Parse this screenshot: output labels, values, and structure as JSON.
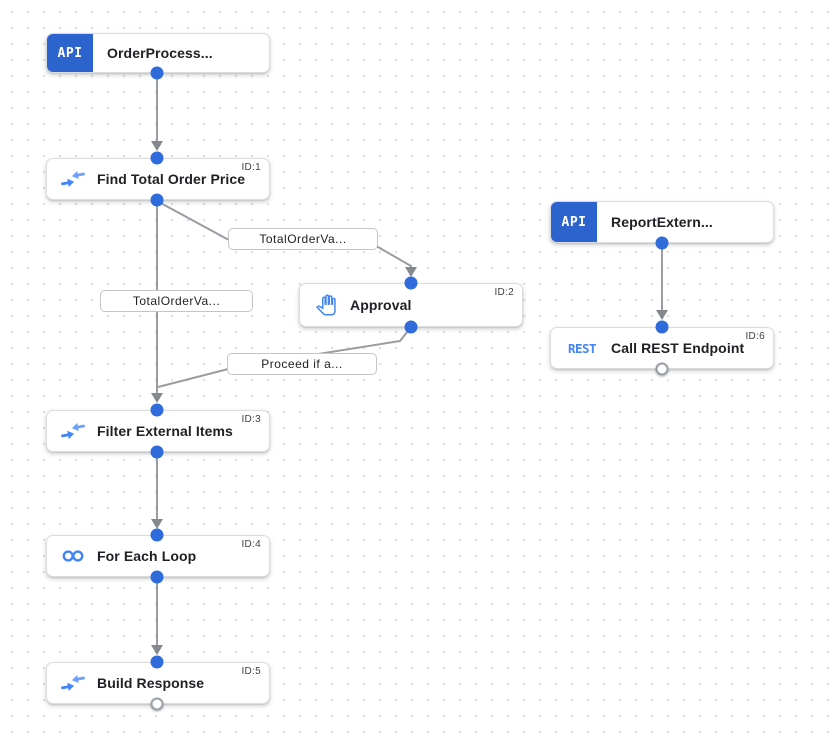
{
  "canvas": {
    "type": "integration-workflow-designer"
  },
  "colors": {
    "accent_blue": "#2f6bdb",
    "api_block_blue": "#2d63cd",
    "icon_blue": "#4285f4",
    "icon_blue_light": "#6ba1f7",
    "edge_gray": "#999da1",
    "arrow_gray": "#85898d",
    "node_border": "#dadce0",
    "grid_dot": "#dfe2e6",
    "title_text": "#202124"
  },
  "nodes": [
    {
      "title": "OrderProcess...",
      "type": "api_trigger",
      "icon": "api-trigger-icon",
      "icon_text": "API"
    },
    {
      "title": "Find Total Order Price",
      "id": "ID:1",
      "type": "data_mapping",
      "icon": "data-mapping-icon"
    },
    {
      "title": "Approval",
      "id": "ID:2",
      "type": "approval",
      "icon": "hand-icon"
    },
    {
      "title": "Filter External Items",
      "id": "ID:3",
      "type": "data_mapping",
      "icon": "data-mapping-icon"
    },
    {
      "title": "For Each Loop",
      "id": "ID:4",
      "type": "loop",
      "icon": "infinity-icon"
    },
    {
      "title": "Build Response",
      "id": "ID:5",
      "type": "data_mapping",
      "icon": "data-mapping-icon"
    },
    {
      "title": "ReportExtern...",
      "type": "api_trigger",
      "icon": "api-trigger-icon",
      "icon_text": "API"
    },
    {
      "title": "Call REST Endpoint",
      "id": "ID:6",
      "type": "rest_task",
      "icon": "rest-icon",
      "icon_text": "REST"
    }
  ],
  "edge_labels": [
    {
      "text": "TotalOrderVa..."
    },
    {
      "text": "TotalOrderVa..."
    },
    {
      "text": "Proceed if a..."
    }
  ]
}
